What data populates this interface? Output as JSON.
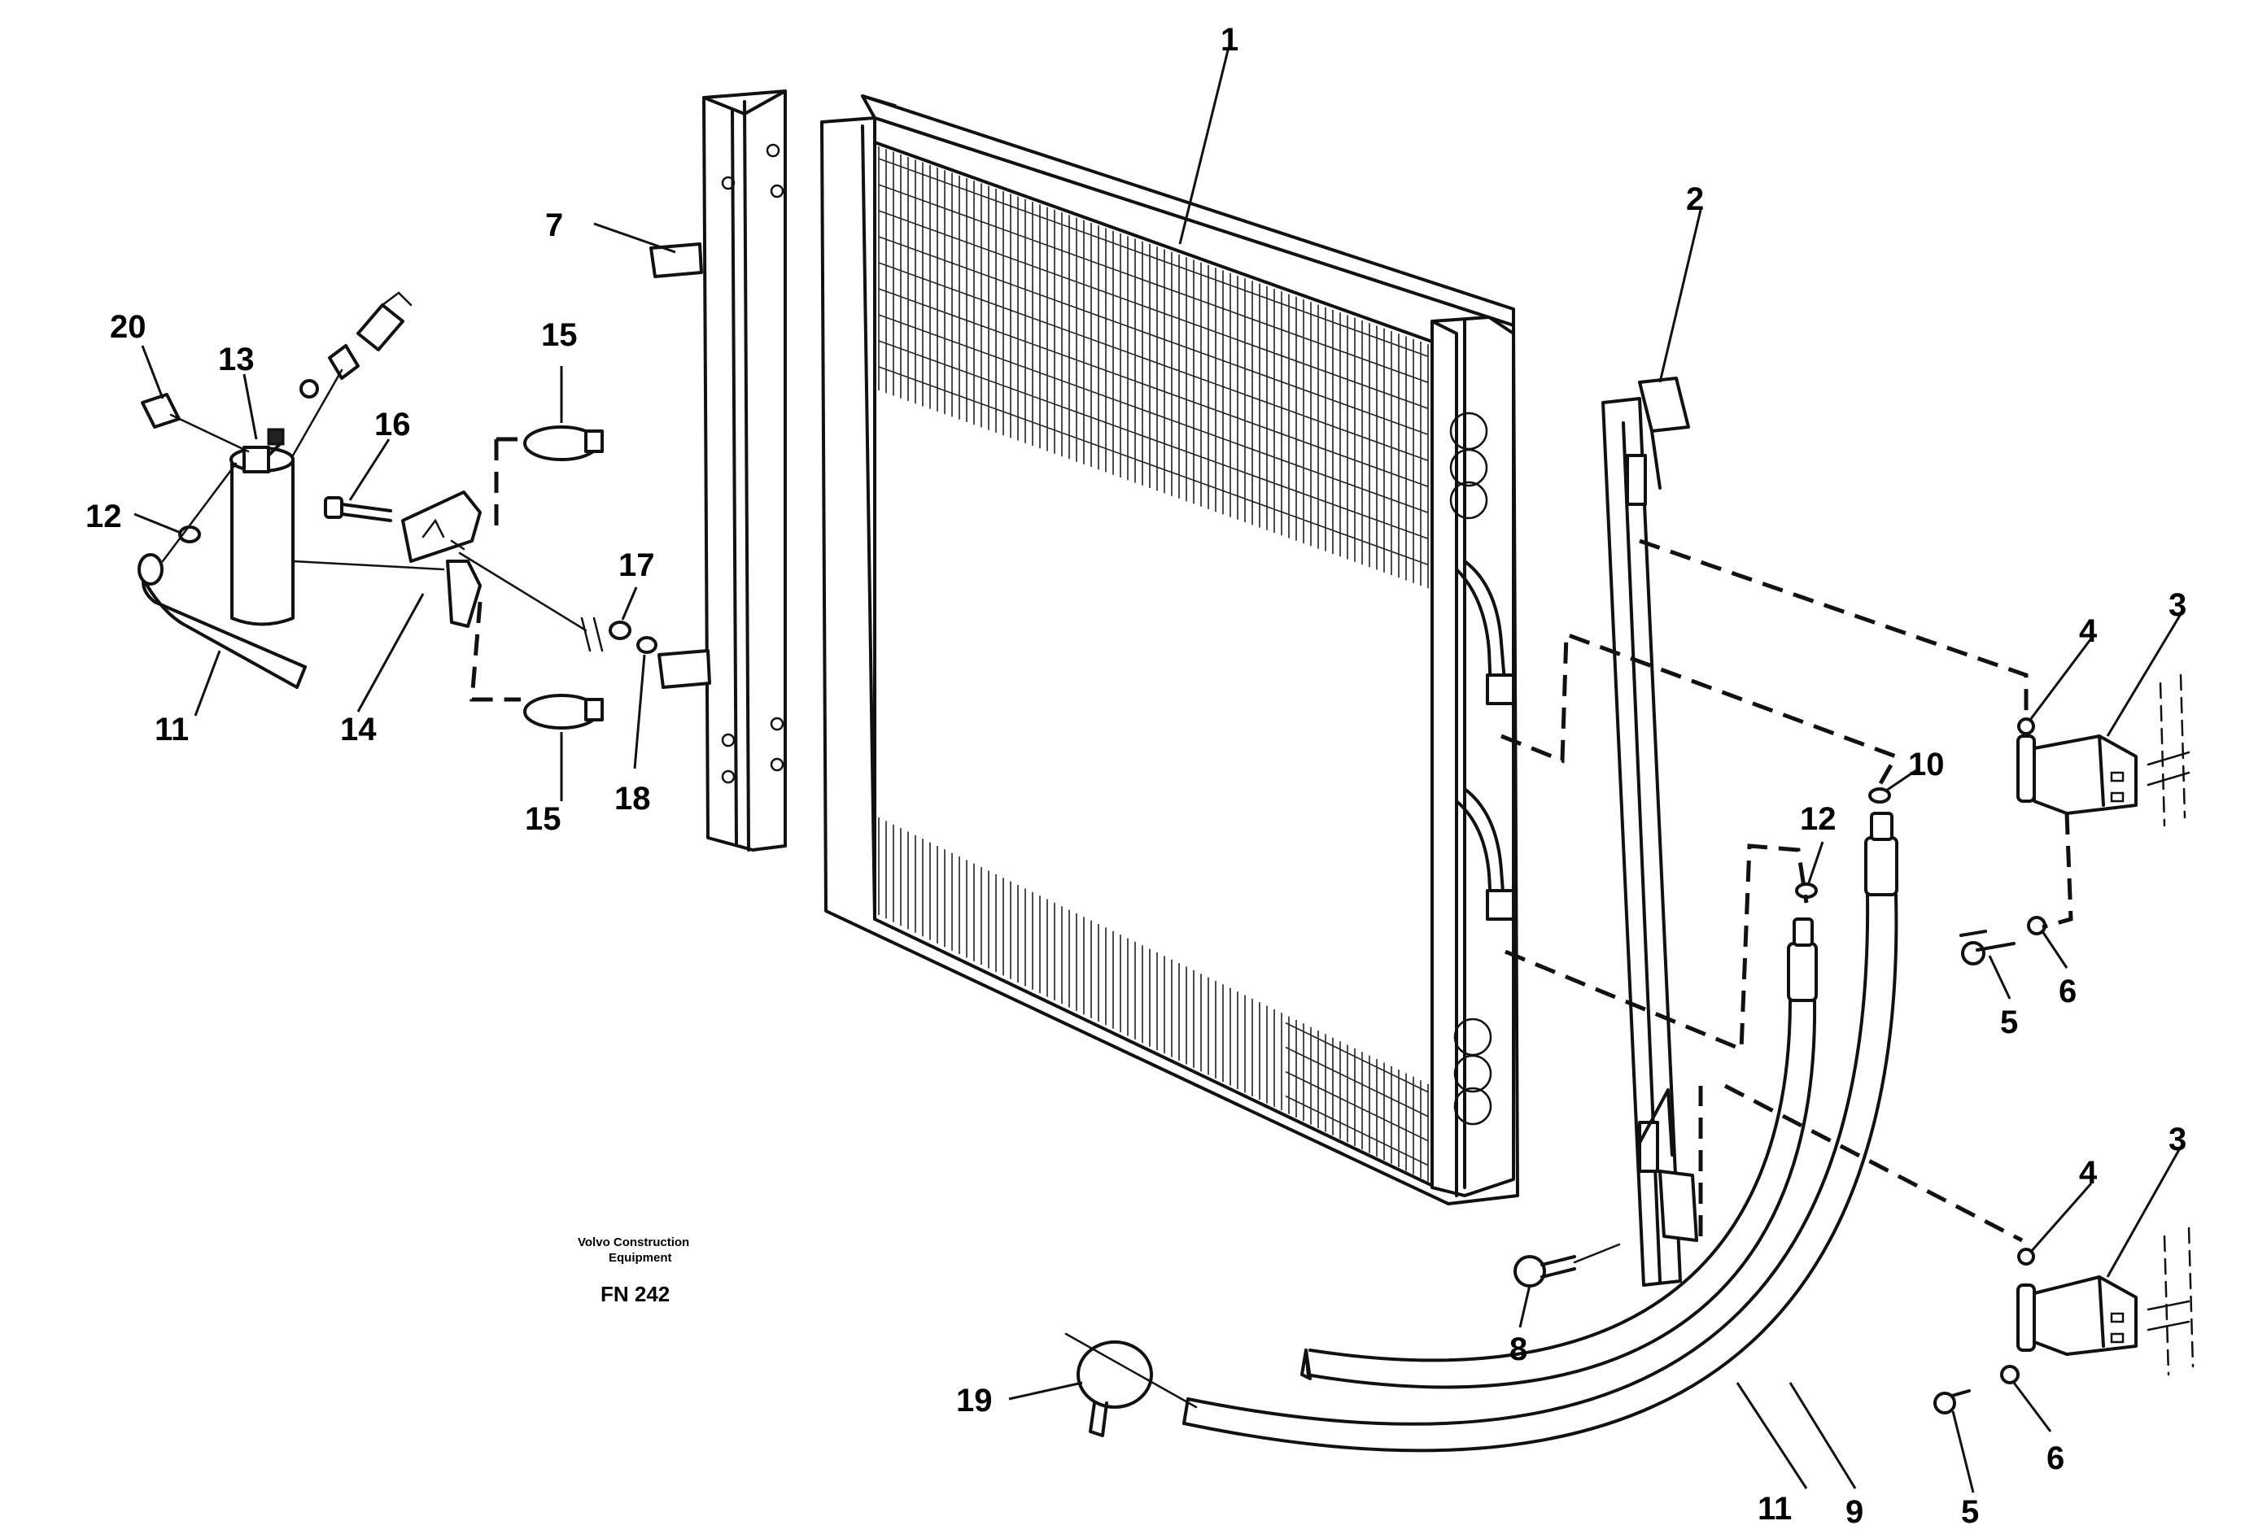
{
  "callouts": {
    "c1": "1",
    "c2": "2",
    "c3a": "3",
    "c3b": "3",
    "c4a": "4",
    "c4b": "4",
    "c5a": "5",
    "c5b": "5",
    "c6a": "6",
    "c6b": "6",
    "c7": "7",
    "c8": "8",
    "c9": "9",
    "c10": "10",
    "c11a": "11",
    "c11b": "11",
    "c12a": "12",
    "c12b": "12",
    "c13": "13",
    "c14": "14",
    "c15a": "15",
    "c15b": "15",
    "c16": "16",
    "c17": "17",
    "c18": "18",
    "c19": "19",
    "c20": "20"
  },
  "caption": {
    "brand_line1": "Volvo Construction",
    "brand_line2": "Equipment",
    "figure_code": "FN 242"
  }
}
